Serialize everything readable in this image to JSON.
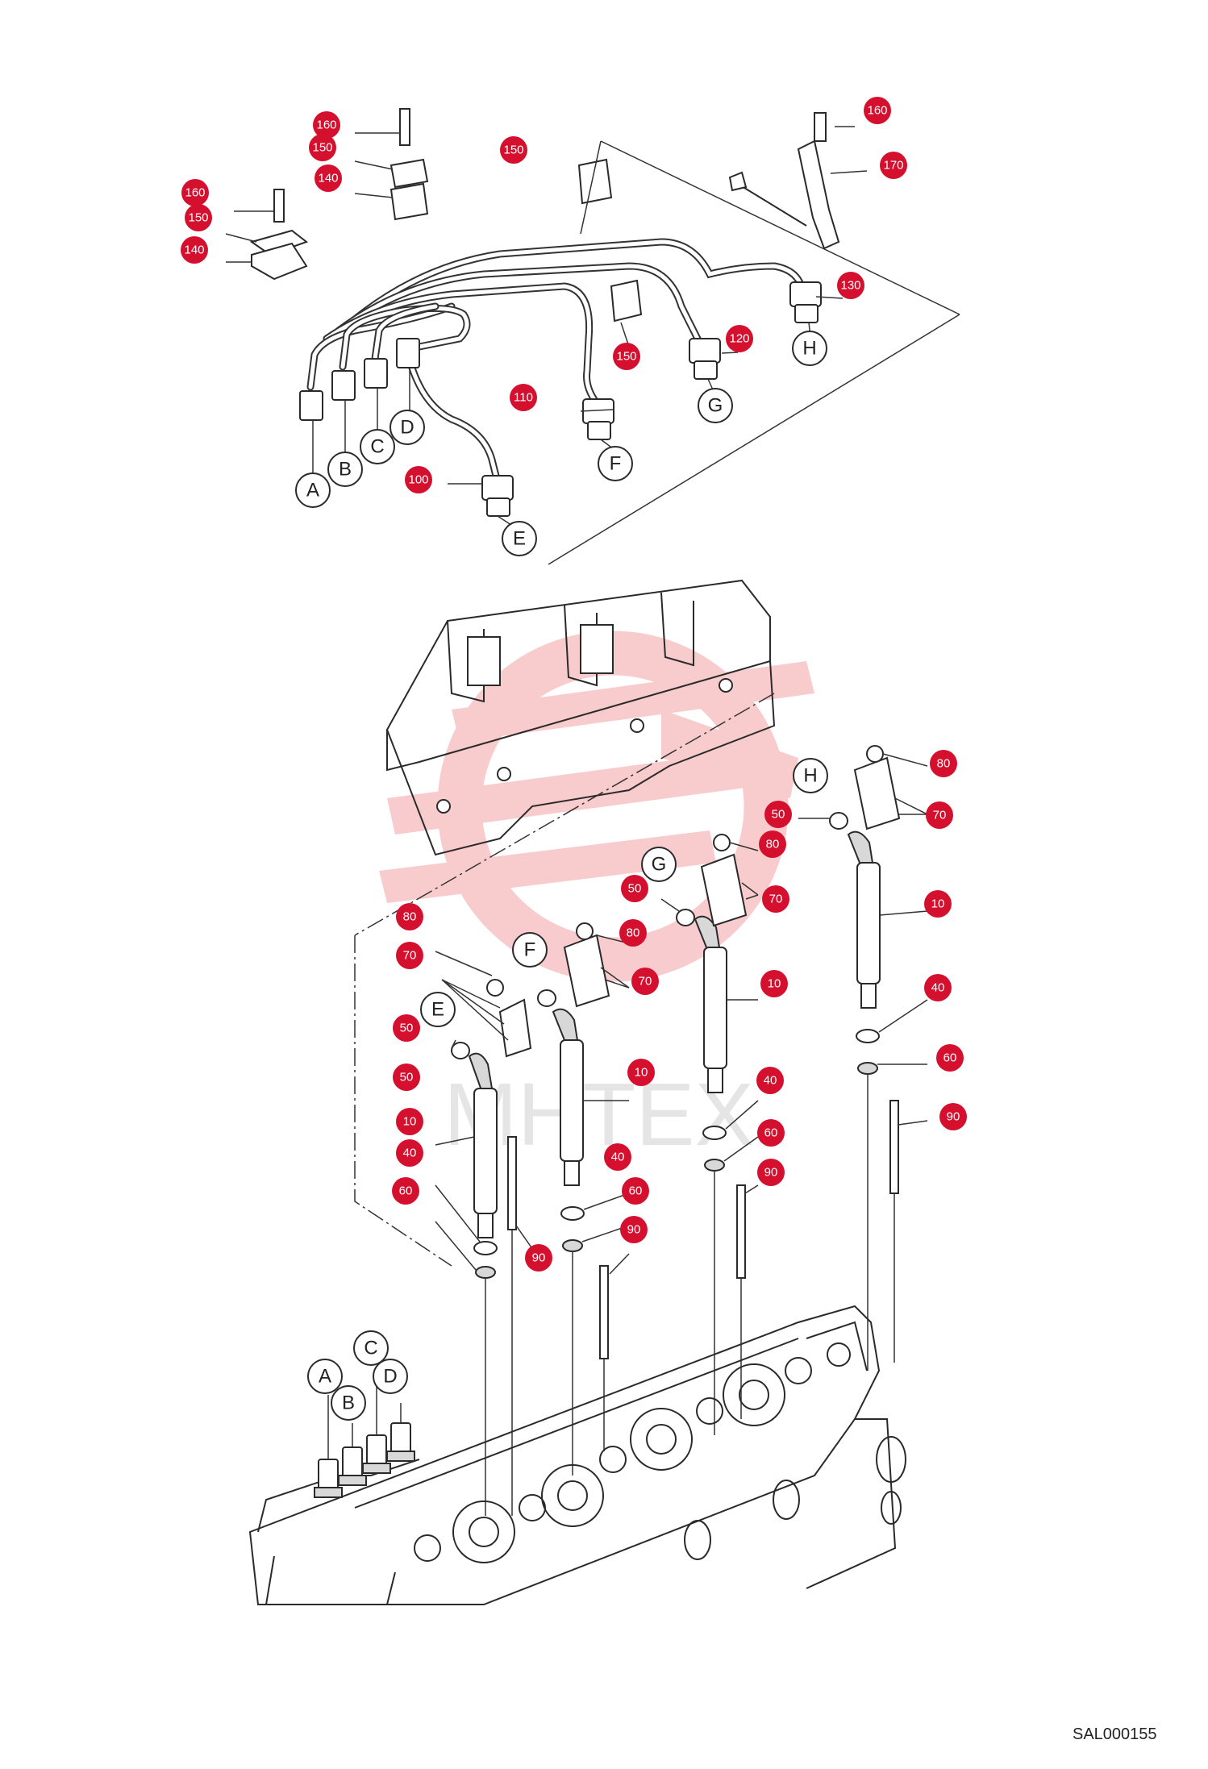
{
  "diagram_code": "SAL000155",
  "watermark_text": "MHTEX",
  "colors": {
    "callout": "#d5102e",
    "watermark": "#f4a9ad"
  },
  "part_callouts": [
    {
      "label": "160"
    },
    {
      "label": "150"
    },
    {
      "label": "140"
    },
    {
      "label": "160"
    },
    {
      "label": "150"
    },
    {
      "label": "140"
    },
    {
      "label": "150"
    },
    {
      "label": "160"
    },
    {
      "label": "170"
    },
    {
      "label": "130"
    },
    {
      "label": "120"
    },
    {
      "label": "150"
    },
    {
      "label": "110"
    },
    {
      "label": "100"
    },
    {
      "label": "80"
    },
    {
      "label": "70"
    },
    {
      "label": "50"
    },
    {
      "label": "10"
    },
    {
      "label": "40"
    },
    {
      "label": "60"
    },
    {
      "label": "90"
    },
    {
      "label": "50"
    },
    {
      "label": "80"
    },
    {
      "label": "70"
    },
    {
      "label": "10"
    },
    {
      "label": "40"
    },
    {
      "label": "60"
    },
    {
      "label": "90"
    },
    {
      "label": "80"
    },
    {
      "label": "70"
    },
    {
      "label": "10"
    },
    {
      "label": "40"
    },
    {
      "label": "60"
    },
    {
      "label": "90"
    },
    {
      "label": "80"
    },
    {
      "label": "70"
    },
    {
      "label": "50"
    },
    {
      "label": "50"
    },
    {
      "label": "10"
    },
    {
      "label": "40"
    },
    {
      "label": "60"
    },
    {
      "label": "90"
    }
  ],
  "connection_letters": [
    "A",
    "B",
    "C",
    "D",
    "E",
    "F",
    "G",
    "H",
    "H",
    "G",
    "F",
    "E",
    "A",
    "B",
    "C",
    "D"
  ]
}
